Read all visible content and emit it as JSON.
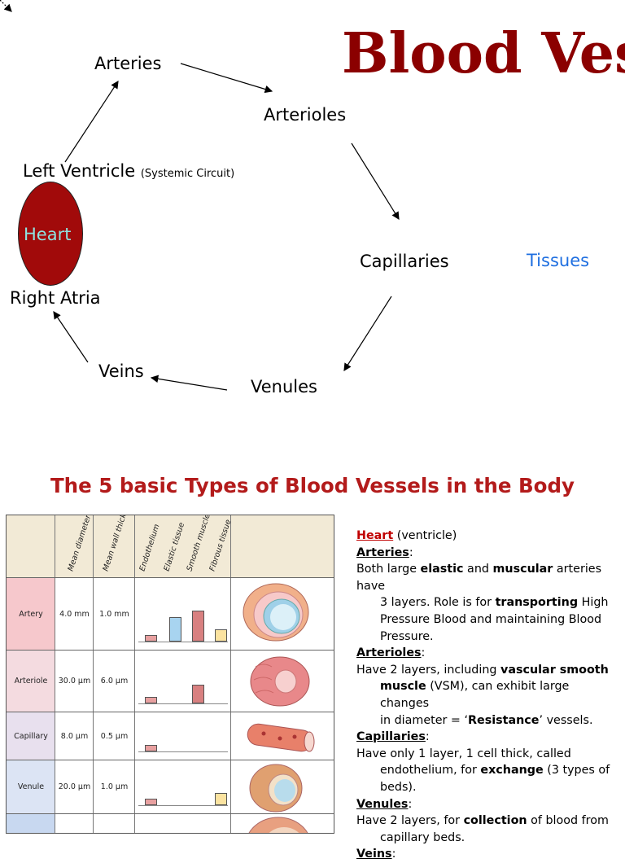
{
  "title": "Blood Ves",
  "circulation": {
    "arteries": "Arteries",
    "arterioles": "Arterioles",
    "left_ventricle": "Left Ventricle",
    "systemic_circuit": "(Systemic Circuit)",
    "heart": "Heart",
    "right_atria": "Right Atria",
    "capillaries": "Capillaries",
    "tissues": "Tissues",
    "veins": "Veins",
    "venules": "Venules"
  },
  "subtitle": "The 5 basic Types of Blood Vessels in the Body",
  "table": {
    "headers": [
      "Mean diameter",
      "Mean wall thickness",
      "Endothelium",
      "Elastic tissue",
      "Smooth muscle",
      "Fibrous tissue"
    ],
    "rows": [
      {
        "name": "Artery",
        "diameter": "4.0 mm",
        "thickness": "1.0 mm",
        "endothelium": 1,
        "elastic": 4,
        "smooth": 5,
        "fibrous": 2,
        "color": "#f6c8cc"
      },
      {
        "name": "Arteriole",
        "diameter": "30.0 µm",
        "thickness": "6.0 µm",
        "endothelium": 1,
        "elastic": 0,
        "smooth": 3,
        "fibrous": 0,
        "color": "#f4dbe0"
      },
      {
        "name": "Capillary",
        "diameter": "8.0 µm",
        "thickness": "0.5 µm",
        "endothelium": 1,
        "elastic": 0,
        "smooth": 0,
        "fibrous": 0,
        "color": "#e8e0ee"
      },
      {
        "name": "Venule",
        "diameter": "20.0 µm",
        "thickness": "1.0 µm",
        "endothelium": 1,
        "elastic": 0,
        "smooth": 0,
        "fibrous": 2,
        "color": "#dce4f4"
      },
      {
        "name": "",
        "diameter": "",
        "thickness": "",
        "endothelium": 0,
        "elastic": 0,
        "smooth": 0,
        "fibrous": 0,
        "color": "#c8d8f0"
      }
    ],
    "bar_colors": {
      "endothelium": "#e8a0a0",
      "elastic": "#a8d4f0",
      "smooth": "#d88080",
      "fibrous": "#fbe3a0"
    }
  },
  "description": {
    "heart_label": "Heart",
    "heart_rest": " (ventricle)",
    "arteries_head": "Arteries",
    "arteries_l1a": "Both large ",
    "arteries_l1b": "elastic",
    "arteries_l1c": " and ",
    "arteries_l1d": "muscular",
    "arteries_l1e": " arteries have",
    "arteries_l2a": "3 layers. Role is for ",
    "arteries_l2b": "transporting",
    "arteries_l2c": " High",
    "arteries_l3": "Pressure Blood and maintaining Blood",
    "arteries_l4": "Pressure.",
    "arterioles_head": "Arterioles",
    "arterioles_l1a": "Have 2 layers, including ",
    "arterioles_l1b": "vascular smooth",
    "arterioles_l2a": "muscle",
    "arterioles_l2b": " (VSM), can exhibit large changes",
    "arterioles_l3a": "in diameter = ‘",
    "arterioles_l3b": "Resistance",
    "arterioles_l3c": "’ vessels.",
    "capillaries_head": "Capillaries",
    "capillaries_l1": "Have only 1 layer, 1 cell thick, called",
    "capillaries_l2a": "endothelium, for ",
    "capillaries_l2b": "exchange",
    "capillaries_l2c": " (3 types of",
    "capillaries_l3": "beds).",
    "venules_head": "Venules",
    "venules_l1a": "Have 2 layers, for ",
    "venules_l1b": "collection",
    "venules_l1c": " of blood from",
    "venules_l2": "capillary beds.",
    "veins_head": "Veins",
    "colon": ":"
  }
}
